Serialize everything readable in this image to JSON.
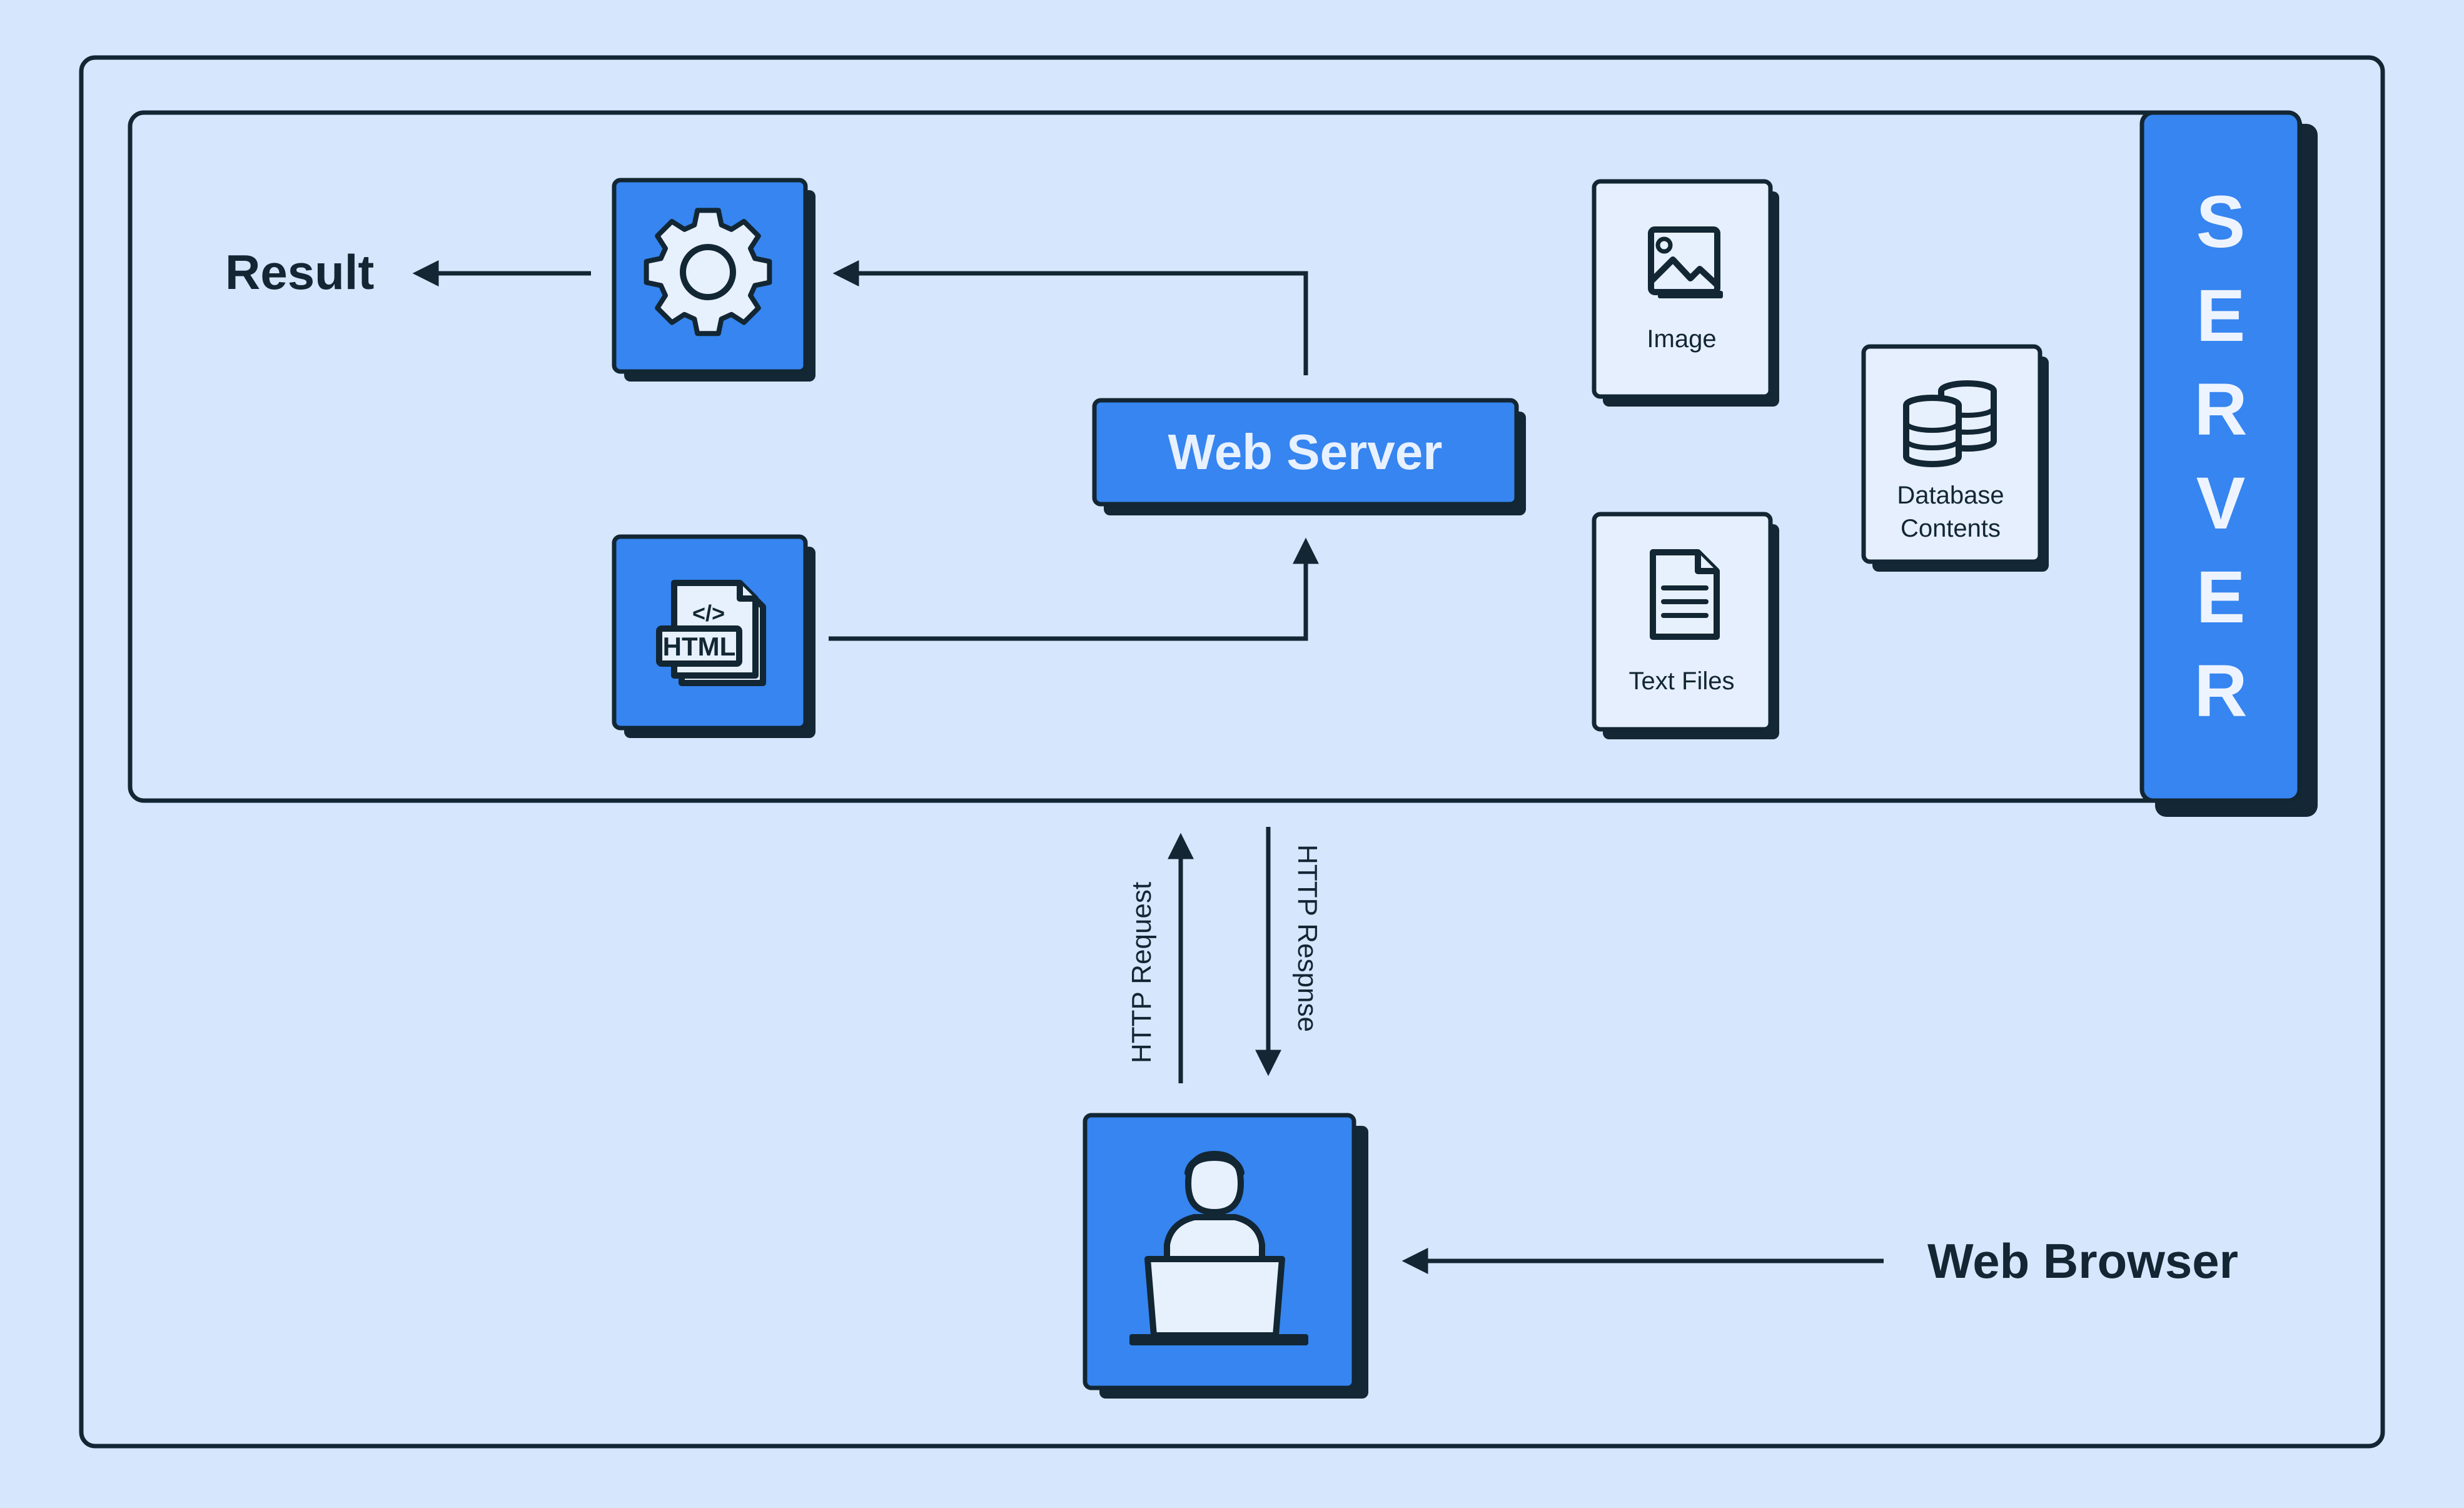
{
  "labels": {
    "result": "Result",
    "web_server": "Web Server",
    "image": "Image",
    "text_files": "Text Files",
    "database_contents_line1": "Database",
    "database_contents_line2": "Contents",
    "server_vertical": "SERVER",
    "http_request": "HTTP Request",
    "http_response": "HTTP Respnse",
    "web_browser": "Web Browser",
    "html_file": "HTML",
    "html_tag": "</>"
  },
  "colors": {
    "background": "#d6e6fd",
    "accent_blue": "#3685f0",
    "dark": "#122633",
    "pale_card": "#e6effd"
  },
  "icons": {
    "processing": "gear-icon",
    "source_file": "html-file-icon",
    "image": "image-icon",
    "text_files": "document-icon",
    "database": "database-icon",
    "browser_user": "user-laptop-icon"
  }
}
